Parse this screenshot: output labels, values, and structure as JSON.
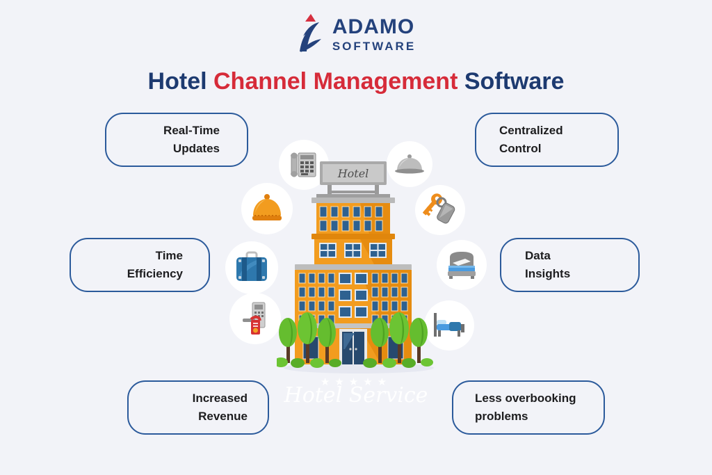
{
  "logo": {
    "brand": "ADAMO",
    "sub_brand": "SOFTWARE",
    "icon": "mountain-swoosh-icon",
    "brand_color": "#24427c",
    "accent_color": "#d63040"
  },
  "title": {
    "word1": "Hotel",
    "word2": "Channel Management",
    "word3": "Software",
    "blue": "#1d3a70",
    "red": "#d62b39"
  },
  "benefits": [
    {
      "id": "real-time-updates",
      "line1": "Real-Time",
      "line2": "Updates",
      "side": "left"
    },
    {
      "id": "centralized-control",
      "line1": "Centralized",
      "line2": "Control",
      "side": "right"
    },
    {
      "id": "time-efficiency",
      "line1": "Time",
      "line2": "Efficiency",
      "side": "left"
    },
    {
      "id": "data-insights",
      "line1": "Data",
      "line2": "Insights",
      "side": "right"
    },
    {
      "id": "increased-revenue",
      "line1": "Increased",
      "line2": "Revenue",
      "side": "left"
    },
    {
      "id": "less-overbooking",
      "line1": "Less overbooking",
      "line2": "problems",
      "side": "right"
    }
  ],
  "hotel": {
    "sign": "Hotel",
    "stars": "★★★★★",
    "watermark": "Hotel Service",
    "building_color": "#f29c1f",
    "window_color": "#2e6190"
  },
  "icons": [
    {
      "name": "telephone-icon",
      "meaning": "telephone"
    },
    {
      "name": "cloche-icon",
      "meaning": "room service dish"
    },
    {
      "name": "service-bell-icon",
      "meaning": "reception bell"
    },
    {
      "name": "room-keys-icon",
      "meaning": "room key with fob"
    },
    {
      "name": "suitcase-icon",
      "meaning": "luggage"
    },
    {
      "name": "bed-icon",
      "meaning": "hotel bed"
    },
    {
      "name": "door-lock-icon",
      "meaning": "door lock with do-not-disturb tag"
    },
    {
      "name": "single-bed-icon",
      "meaning": "single bed side view"
    }
  ],
  "colors": {
    "background": "#f2f3f8",
    "pill_border": "#2b5a9b",
    "pill_text": "#1d1d1f"
  }
}
